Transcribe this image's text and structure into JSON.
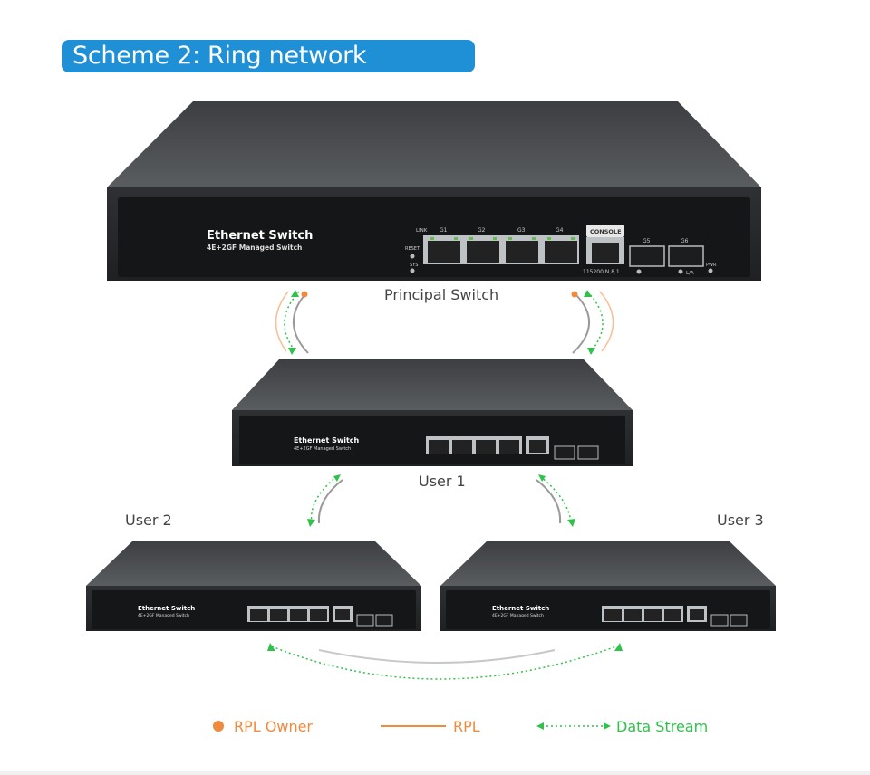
{
  "title": "Scheme 2: Ring network application",
  "switch": {
    "name": "Ethernet Switch",
    "model": "4E+2GF Managed Switch",
    "port_labels": [
      "G1",
      "G2",
      "G3",
      "G4"
    ],
    "console_label": "CONSOLE",
    "sfp_labels": [
      "G5",
      "G6"
    ],
    "link_label": "LINK",
    "reset_label": "RESET",
    "sys_label": "SYS",
    "baud_label": "115200,N,8,1",
    "la_label": "L/A",
    "pwr_label": "PWR"
  },
  "nodes": {
    "principal": "Principal Switch",
    "user1": "User 1",
    "user2": "User 2",
    "user3": "User 3"
  },
  "legend": {
    "rpl_owner": "RPL Owner",
    "rpl": "RPL",
    "data_stream": "Data Stream"
  },
  "colors": {
    "title_bg": "#1f8fd6",
    "rpl_orange": "#f08a3c",
    "data_green": "#2fc24a",
    "link_gray": "#9a9a9a"
  }
}
